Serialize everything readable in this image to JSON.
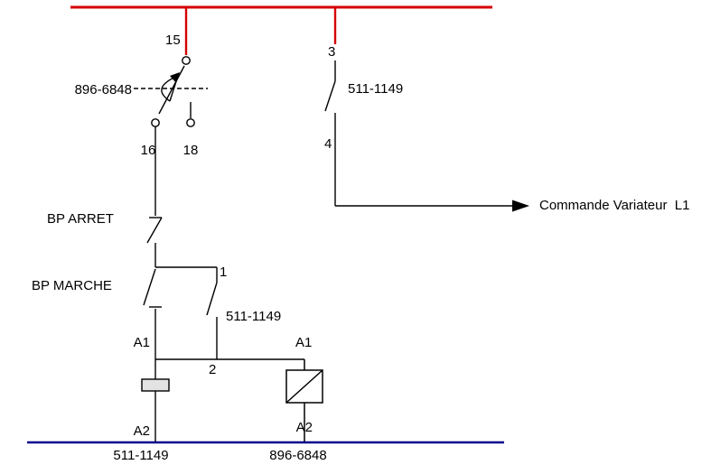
{
  "diagram": {
    "colors": {
      "phase_rail": "#d40000",
      "neutral_rail": "#00008B",
      "wire": "#000000"
    },
    "timer_contact": {
      "common_terminal": "15",
      "nc_terminal": "16",
      "no_terminal": "18",
      "ref": "896-6848"
    },
    "buttons": {
      "stop": "BP ARRET",
      "start": "BP MARCHE"
    },
    "aux_contact": {
      "top_terminal": "1",
      "bottom_terminal": "2",
      "ref": "511-1149"
    },
    "drive_contact": {
      "top_terminal": "3",
      "bottom_terminal": "4",
      "ref": "511-1149"
    },
    "output": {
      "label": "Commande Variateur  L1"
    },
    "relay_coil": {
      "a1": "A1",
      "a2": "A2",
      "ref": "511-1149"
    },
    "timer_coil": {
      "a1": "A1",
      "a2": "A2",
      "ref": "896-6848"
    }
  }
}
